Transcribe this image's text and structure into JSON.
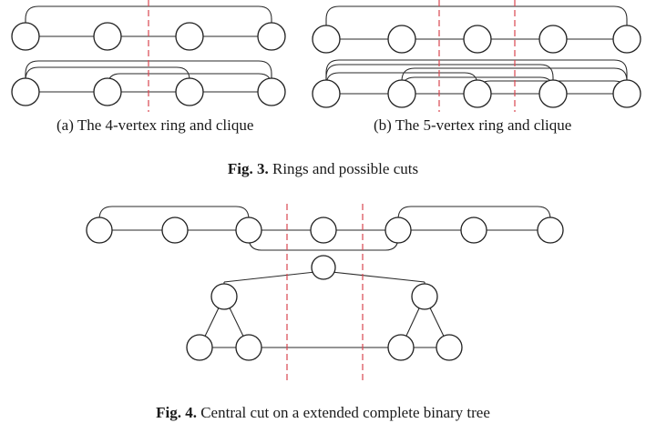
{
  "colors": {
    "node_stroke": "#1f1f1f",
    "edge_stroke": "#2a2a2a",
    "cut_line": "#d9454f",
    "background": "#ffffff"
  },
  "captions": {
    "sub_a_tag": "(a)",
    "sub_a_text": "The 4-vertex ring and clique",
    "sub_b_tag": "(b)",
    "sub_b_text": "The 5-vertex ring and clique",
    "fig3_label": "Fig. 3.",
    "fig3_text": "Rings and possible cuts",
    "fig4_label": "Fig. 4.",
    "fig4_text": "Central cut on a extended complete binary tree"
  },
  "graphs": {
    "ring4": {
      "vertices": 4,
      "type": "ring"
    },
    "clique4": {
      "vertices": 4,
      "type": "clique"
    },
    "ring5": {
      "vertices": 5,
      "type": "ring"
    },
    "clique5": {
      "vertices": 5,
      "type": "clique"
    },
    "tree": {
      "type": "extended-complete-binary-tree",
      "cut": "central"
    }
  }
}
